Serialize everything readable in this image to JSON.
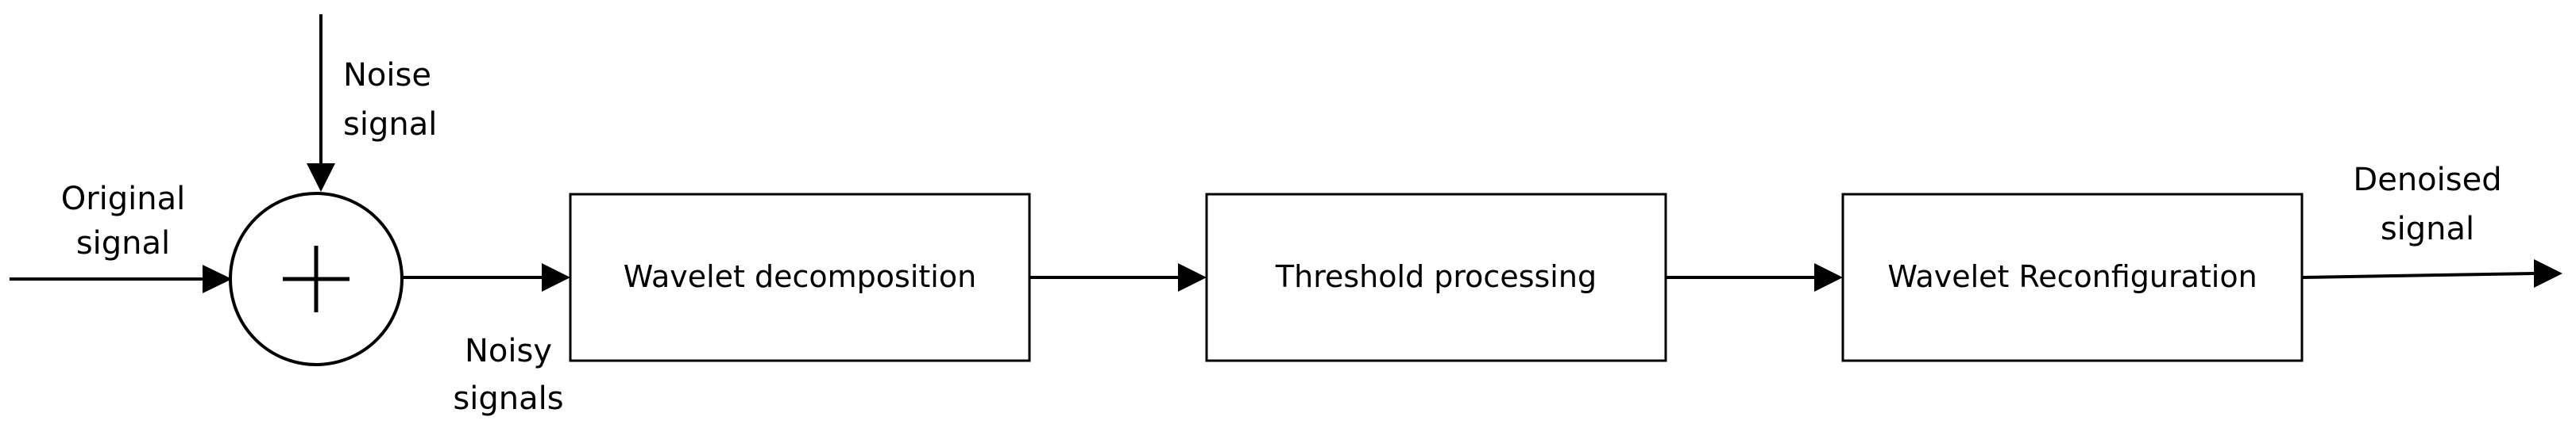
{
  "diagram": {
    "inputs": {
      "original_signal": [
        "Original",
        "signal"
      ],
      "noise_signal": [
        "Noise",
        "signal"
      ],
      "noisy_signals": [
        "Noisy",
        "signals"
      ],
      "denoised_signal": [
        "Denoised",
        "signal"
      ]
    },
    "adder_symbol": "+",
    "blocks": [
      {
        "label": "Wavelet decomposition"
      },
      {
        "label": "Threshold processing"
      },
      {
        "label": "Wavelet Reconfiguration"
      }
    ],
    "colors": {
      "stroke": "#000000",
      "background": "#ffffff",
      "box_fill": "#ffffff"
    }
  }
}
